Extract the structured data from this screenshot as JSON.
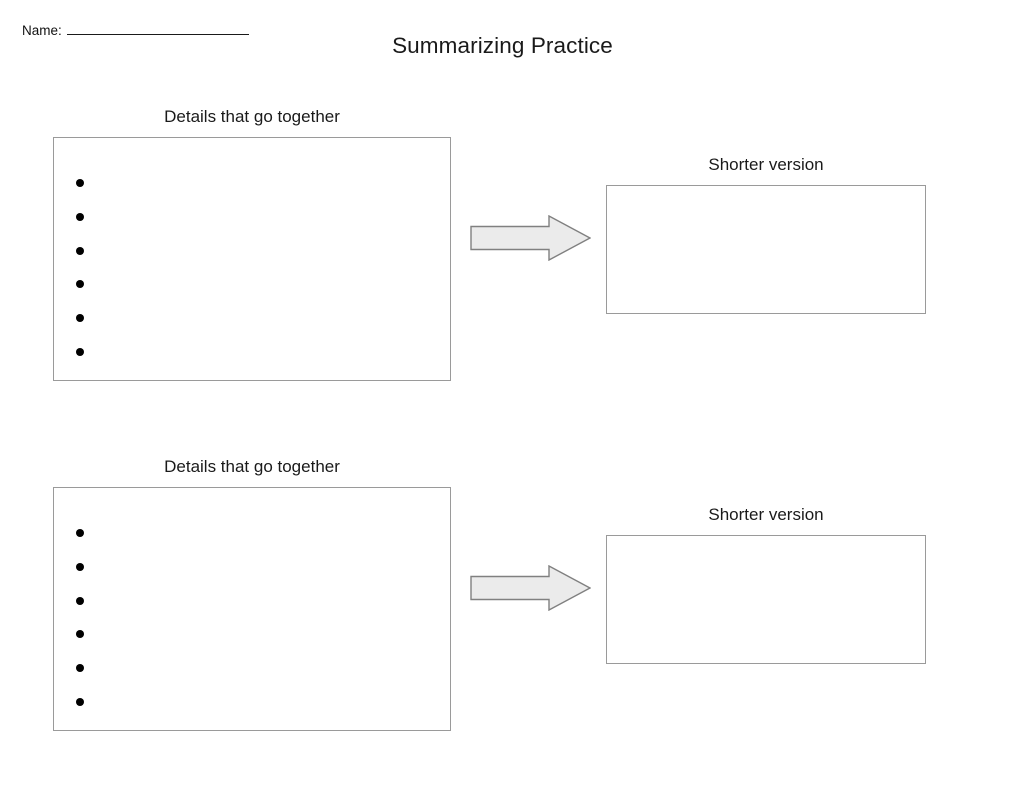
{
  "header": {
    "name_label": "Name:",
    "name_blank": "__________________",
    "title": "Summarizing Practice"
  },
  "labels": {
    "details": "Details that go together",
    "summary": "Shorter version"
  },
  "colors": {
    "box_border": "#9a9a9a",
    "arrow_fill": "#ebebeb",
    "arrow_stroke": "#808080",
    "bullet": "#000000",
    "text": "#1a1a1a",
    "page_background": "#ffffff"
  },
  "rows": [
    {
      "details_label": "Details that go together",
      "summary_label": "Shorter version",
      "bullets": [
        "",
        "",
        "",
        "",
        "",
        ""
      ],
      "summary_text": ""
    },
    {
      "details_label": "Details that go together",
      "summary_label": "Shorter version",
      "bullets": [
        "",
        "",
        "",
        "",
        "",
        ""
      ],
      "summary_text": ""
    }
  ],
  "icons": {
    "arrow": "arrow-right-block-icon"
  }
}
